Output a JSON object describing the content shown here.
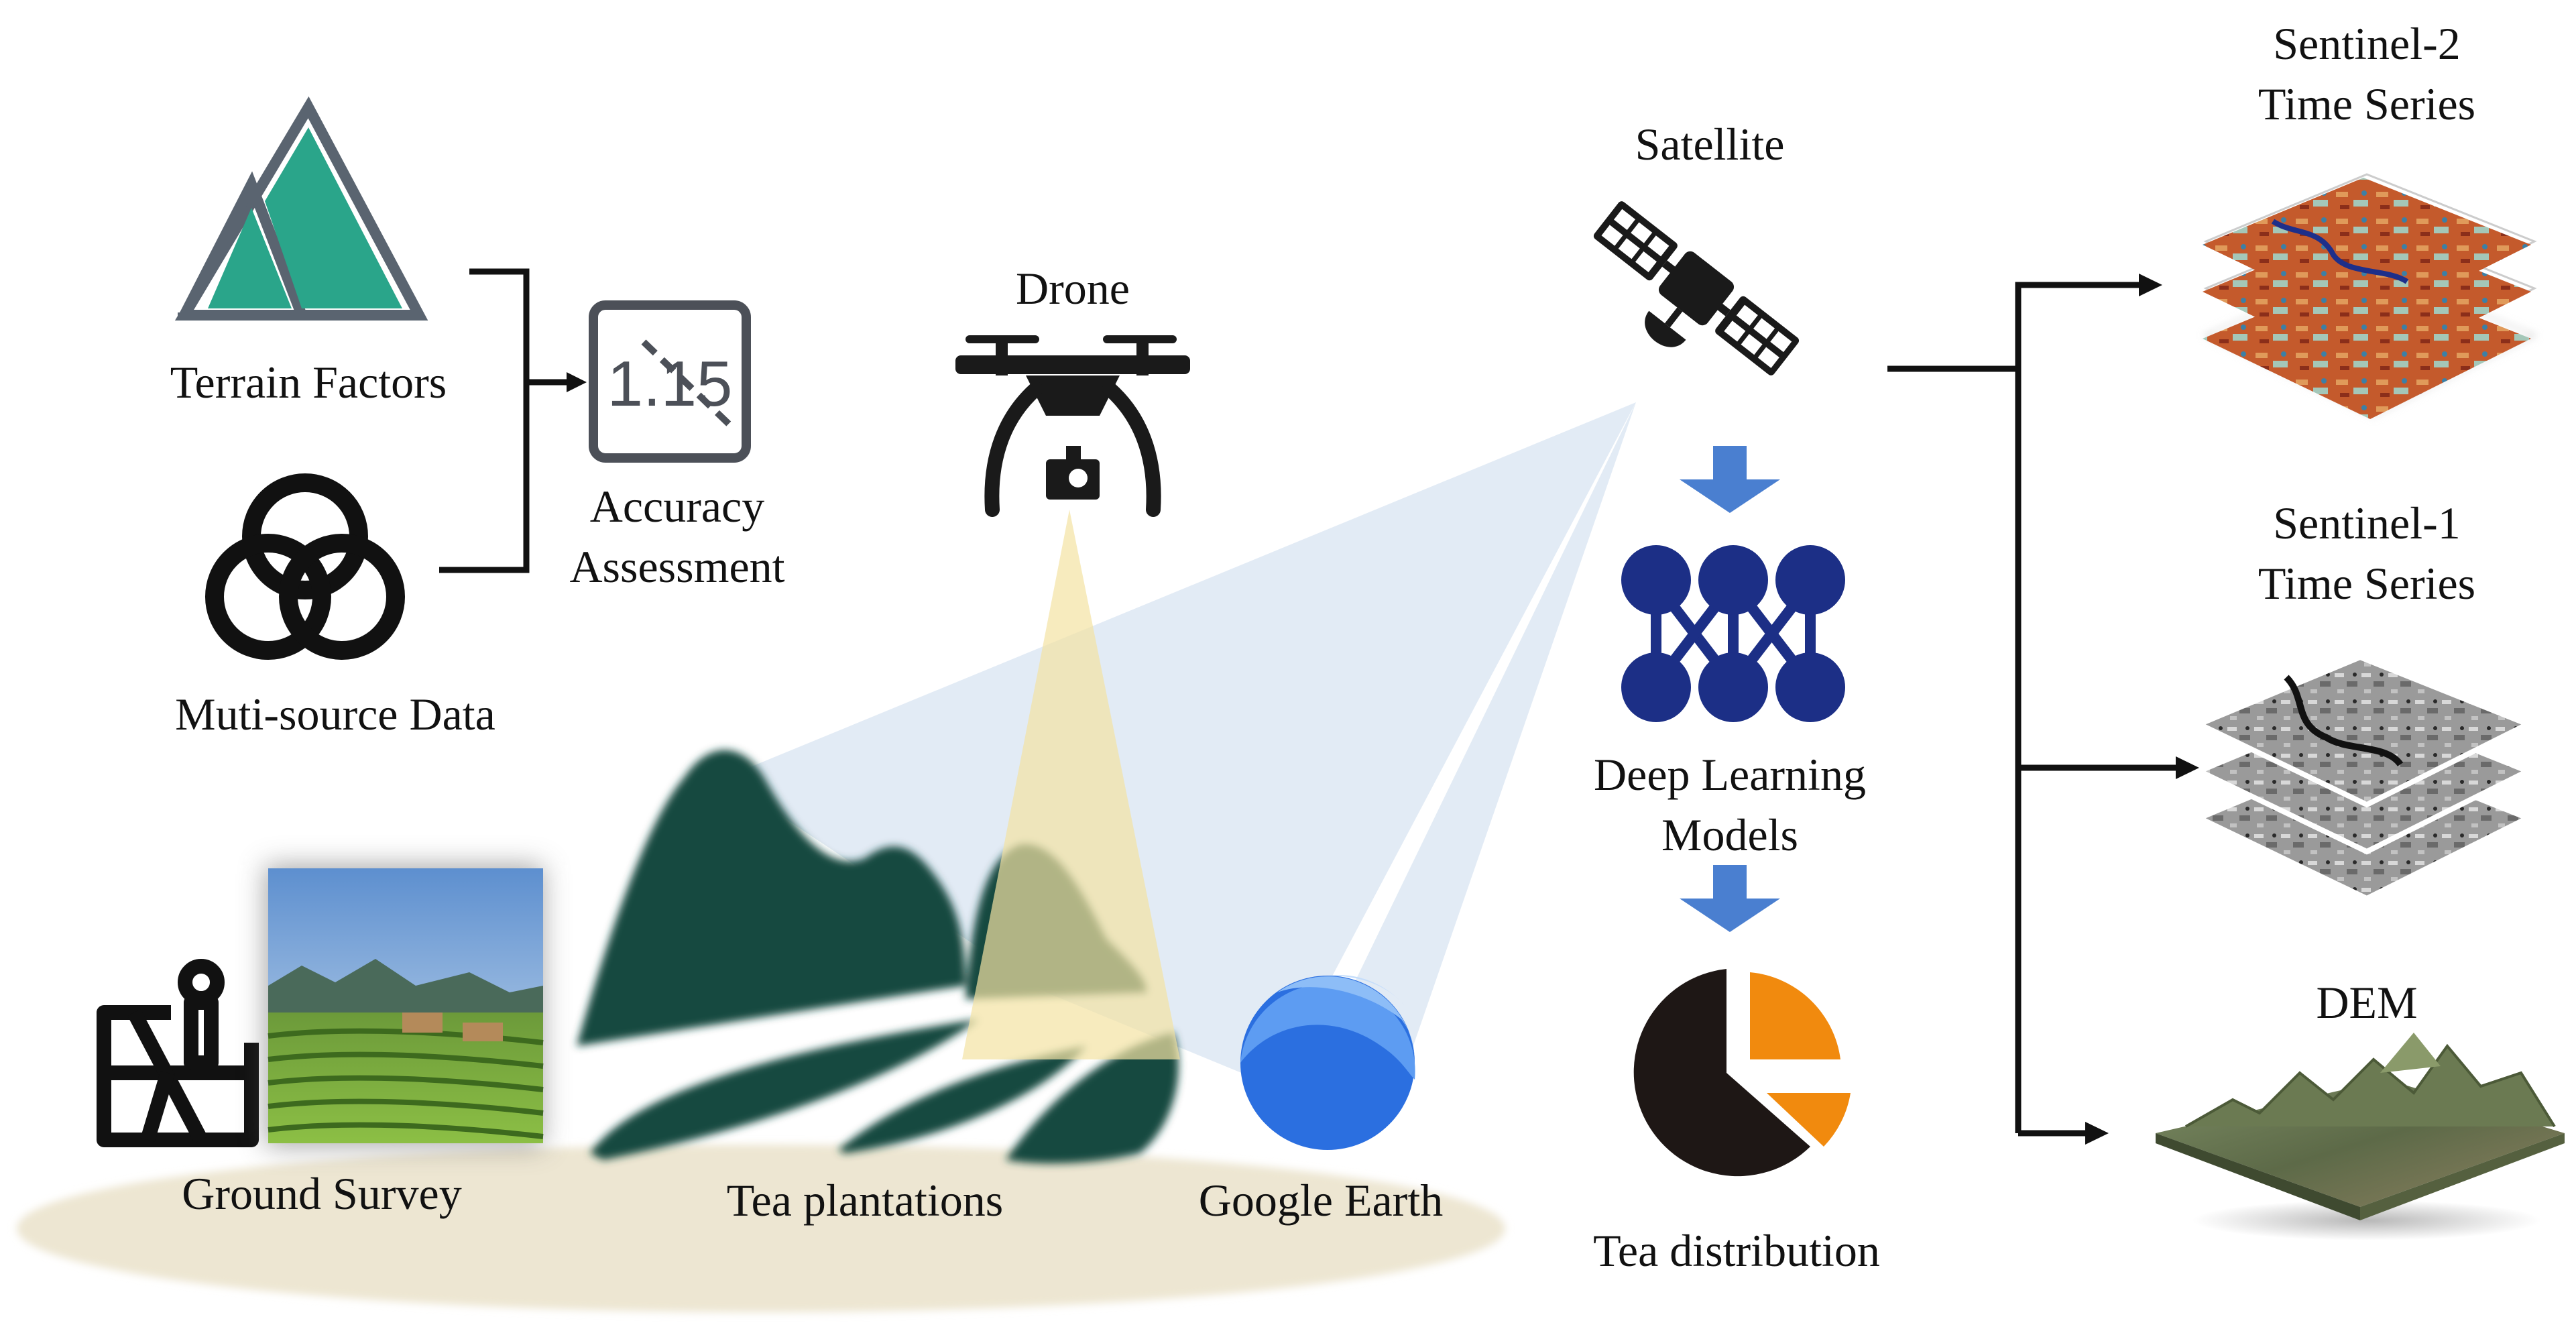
{
  "labels": {
    "terrain_factors": "Terrain Factors",
    "muti_source_data": "Muti-source Data",
    "accuracy_assessment_1": "Accuracy",
    "accuracy_assessment_2": "Assessment",
    "drone": "Drone",
    "satellite": "Satellite",
    "deep_learning_1": "Deep Learning",
    "deep_learning_2": "Models",
    "tea_distribution": "Tea distribution",
    "ground_survey": "Ground Survey",
    "tea_plantations": "Tea plantations",
    "google_earth": "Google Earth",
    "sentinel2_1": "Sentinel-2",
    "sentinel2_2": "Time Series",
    "sentinel1_1": "Sentinel-1",
    "sentinel1_2": "Time Series",
    "dem": "DEM"
  },
  "accuracy_icon_text": "1.15",
  "colors": {
    "terrain_green": "#2aa58a",
    "terrain_outline": "#5a6470",
    "mountain_dark": "#124a40",
    "net_blue": "#1c2f86",
    "arrow_blue": "#4a7fd0",
    "pie_orange": "#f18a0e",
    "pie_dark": "#1e1715",
    "ground_beige": "#ede6d2",
    "beam_blue": "#dbe6f3",
    "beam_yellow": "#f4e3a2"
  },
  "icons": [
    "mountain-icon",
    "trefoil-icon",
    "accuracy-icon",
    "drone-icon",
    "satellite-icon",
    "neural-network-icon",
    "pie-chart-icon",
    "map-person-icon",
    "google-earth-icon"
  ]
}
